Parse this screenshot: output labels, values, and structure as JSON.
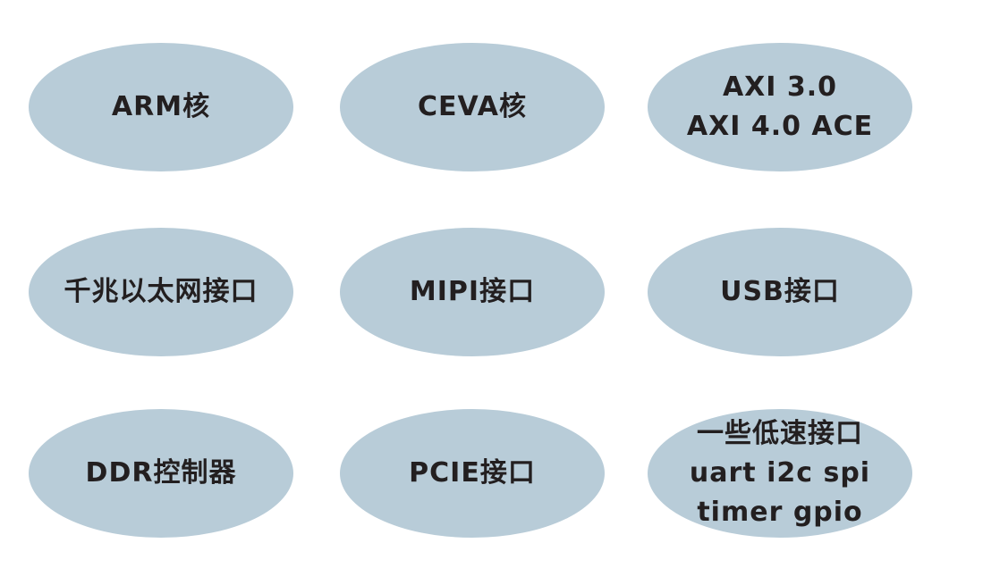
{
  "nodes": [
    {
      "id": "arm-core",
      "lines": [
        "ARM核"
      ]
    },
    {
      "id": "ceva-core",
      "lines": [
        "CEVA核"
      ]
    },
    {
      "id": "axi",
      "lines": [
        "AXI 3.0",
        "AXI 4.0 ACE"
      ]
    },
    {
      "id": "gigabit-ethernet",
      "lines": [
        "千兆以太网接口"
      ]
    },
    {
      "id": "mipi",
      "lines": [
        "MIPI接口"
      ]
    },
    {
      "id": "usb",
      "lines": [
        "USB接口"
      ]
    },
    {
      "id": "ddr-controller",
      "lines": [
        "DDR控制器"
      ]
    },
    {
      "id": "pcie",
      "lines": [
        "PCIE接口"
      ]
    },
    {
      "id": "low-speed",
      "lines": [
        "一些低速接口",
        "uart i2c spi",
        "timer gpio"
      ]
    }
  ],
  "colors": {
    "node_fill": "#b8ccd8",
    "text": "#231f20",
    "background": "#ffffff"
  }
}
